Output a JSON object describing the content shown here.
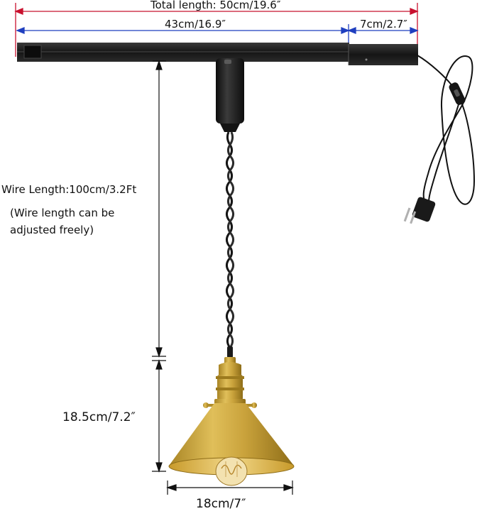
{
  "dimensions": {
    "total_length": "Total length: 50cm/19.6″",
    "track_length": "43cm/16.9″",
    "end_length": "7cm/2.7″",
    "wire_length": "Wire Length:100cm/3.2Ft",
    "wire_note": "(Wire length can be adjusted freely)",
    "shade_height": "18.5cm/7.2″",
    "shade_width": "18cm/7″"
  },
  "colors": {
    "total_dimension_line": "#c8102e",
    "track_dimension_line": "#1f3fbf",
    "black_dimension_line": "#111111",
    "track_rail": "#1c1c1c",
    "brass_shade": "#c9a43a",
    "brass_inner": "#e2c46a",
    "cord": "#111111"
  }
}
